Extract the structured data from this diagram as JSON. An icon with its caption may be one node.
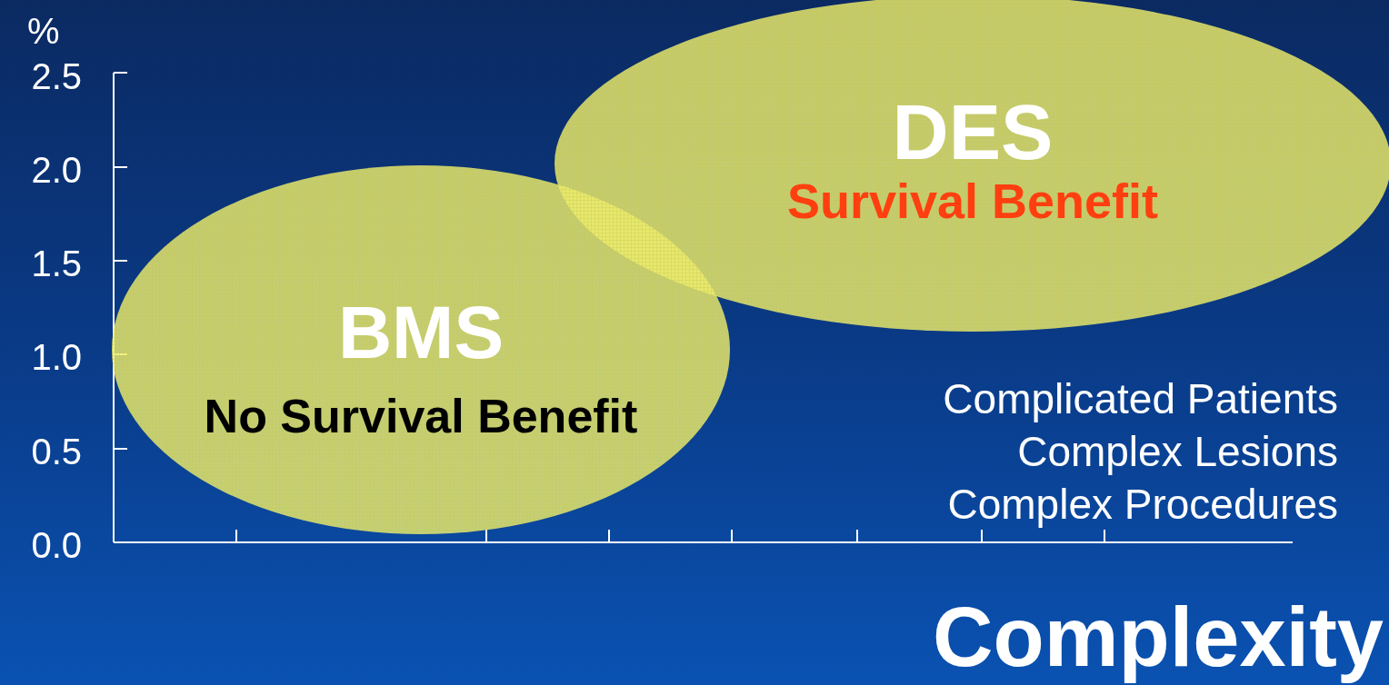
{
  "diagram": {
    "nodes": [
      {
        "text": [
          "BMS",
          "No Survival Benefit"
        ]
      },
      {
        "text": [
          "DES",
          "Survival Benefit"
        ]
      }
    ],
    "labels": [
      "%",
      "2.5",
      "2.0",
      "1.5",
      "1.0",
      "0.5",
      "0.0",
      "Complicated Patients",
      "Complex Lesions",
      "Complex Procedures",
      "Complexity"
    ]
  }
}
